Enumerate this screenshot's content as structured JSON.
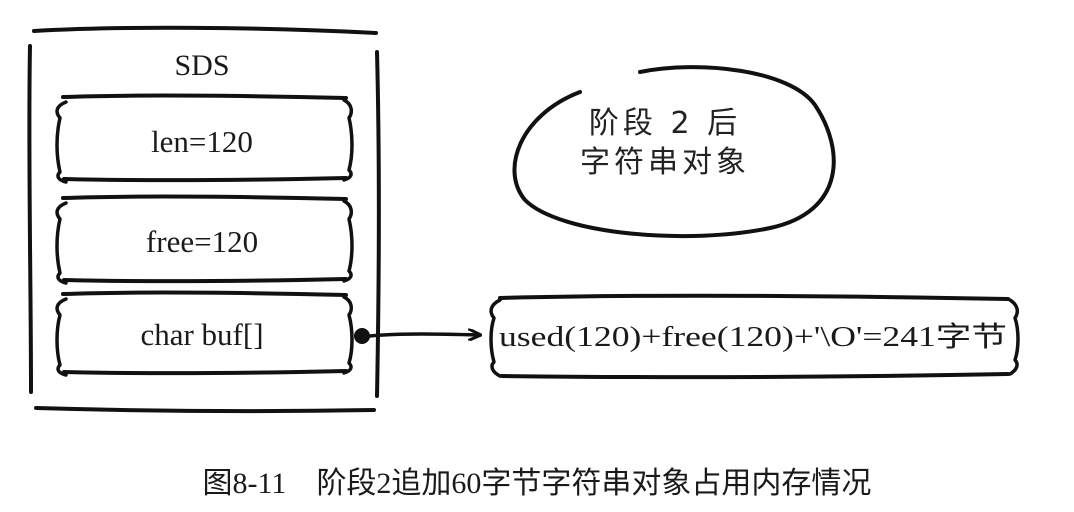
{
  "sds": {
    "title": "SDS",
    "fields": [
      {
        "label": "len=120"
      },
      {
        "label": "free=120"
      },
      {
        "label": "char buf[]"
      }
    ]
  },
  "bubble": {
    "line1": "阶段 2 后",
    "line2": "字符串对象"
  },
  "buffer": {
    "label": "used(120)+free(120)+'\\O'=241字节"
  },
  "caption": {
    "number": "图8-11",
    "text": "阶段2追加60字节字符串对象占用内存情况"
  }
}
